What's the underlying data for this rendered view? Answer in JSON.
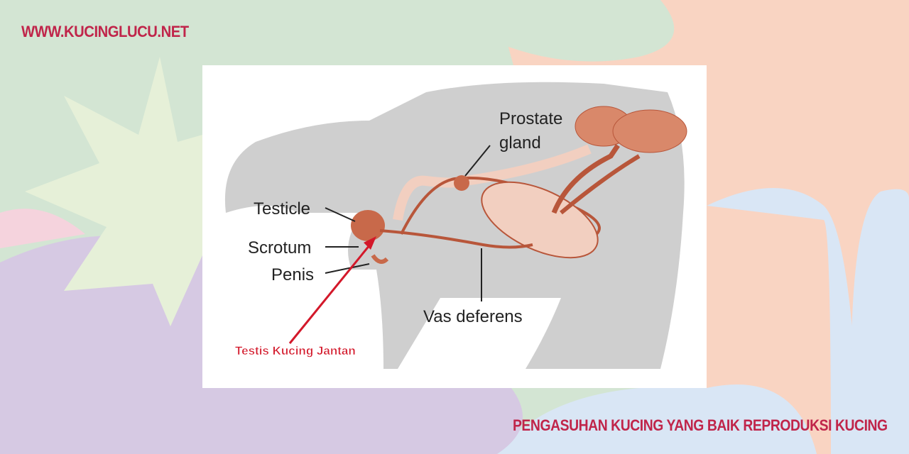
{
  "site_url": "WWW.KUCINGLUCU.NET",
  "caption": "PENGASUHAN KUCING YANG BAIK REPRODUKSI KUCING",
  "diagram": {
    "labels": {
      "prostate": [
        "Prostate",
        "gland"
      ],
      "testicle": "Testicle",
      "scrotum": "Scrotum",
      "penis": "Penis",
      "vas_deferens": "Vas deferens",
      "annotation": "Testis Kucing Jantan"
    }
  },
  "colors": {
    "brand": "#c0254a",
    "organ": "#c8694a",
    "annotation": "#d3182a"
  }
}
